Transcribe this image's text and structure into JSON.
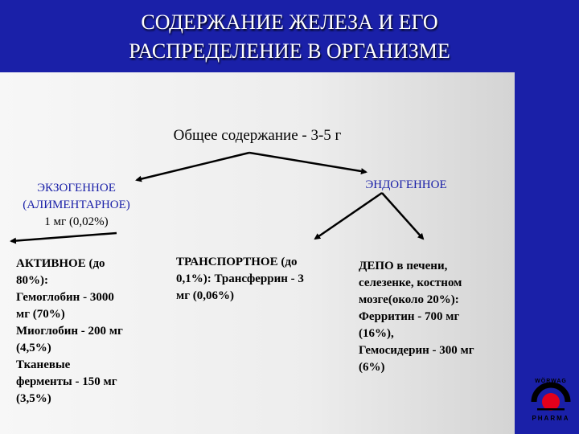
{
  "header": {
    "title_line1": "СОДЕРЖАНИЕ ЖЕЛЕЗА И ЕГО",
    "title_line2": "РАСПРЕДЕЛЕНИЕ В ОРГАНИЗМЕ",
    "background_color": "#1a20a8"
  },
  "diagram": {
    "total": "Общее содержание - 3-5 г",
    "exogenous": {
      "line1": "ЭКЗОГЕННОЕ",
      "line2": "(АЛИМЕНТАРНОЕ)",
      "line3": "1 мг (0,02%)"
    },
    "endogenous": "ЭНДОГЕННОЕ",
    "active": {
      "line1": "АКТИВНОЕ (до",
      "line2": "80%):",
      "line3": "Гемоглобин - 3000",
      "line4": "мг (70%)",
      "line5": "Миоглобин - 200 мг",
      "line6": "(4,5%)",
      "line7": "Тканевые",
      "line8": "ферменты - 150 мг",
      "line9": "(3,5%)"
    },
    "transport": {
      "line1": "ТРАНСПОРТНОЕ (до",
      "line2": "0,1%): Трансферрин - 3",
      "line3": "мг (0,06%)"
    },
    "depot": {
      "line1": "ДЕПО в печени,",
      "line2": "селезенке, костном",
      "line3": "мозге(около 20%):",
      "line4": "Ферритин - 700 мг",
      "line5": "(16%),",
      "line6": "Гемосидерин - 300 мг",
      "line7": "(6%)"
    },
    "accent_color": "#1a20a8"
  },
  "logo": {
    "arc_text": "WÖRWAG",
    "label": "PHARMA",
    "icon": "worwag-pharma-logo-icon"
  }
}
